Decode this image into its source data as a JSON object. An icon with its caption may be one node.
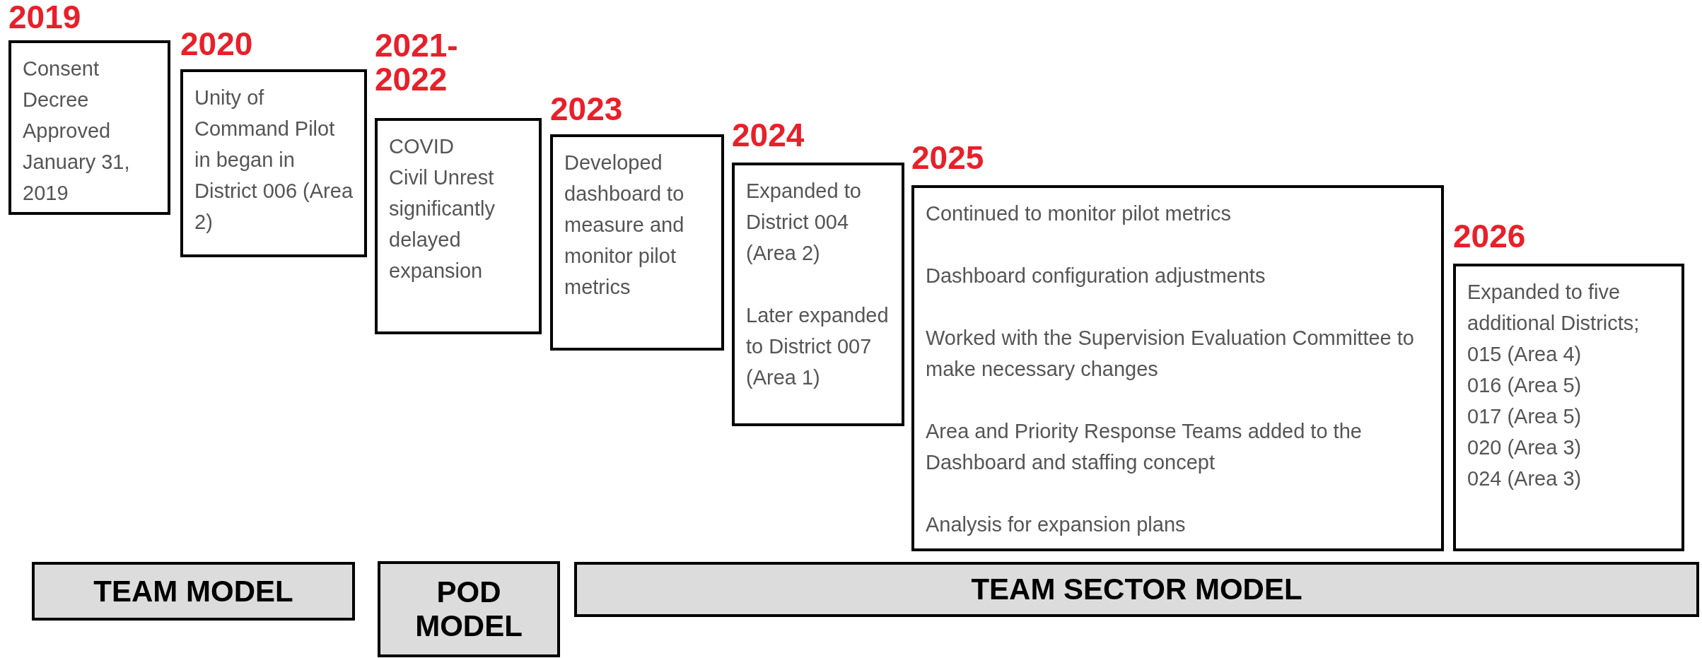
{
  "diagram": {
    "nodes": [
      {
        "text": [
          "2019",
          "Consent Decree Approved January 31, 2019"
        ]
      },
      {
        "text": [
          "2020",
          "Unity of Command Pilot in began in District 006 (Area 2)"
        ]
      },
      {
        "text": [
          "2021-2022",
          "COVID",
          "Civil Unrest significantly delayed expansion"
        ]
      },
      {
        "text": [
          "2023",
          "Developed dashboard to measure and monitor pilot metrics"
        ]
      },
      {
        "text": [
          "2024",
          "Expanded to District 004 (Area 2)",
          "Later expanded to District 007 (Area 1)"
        ]
      },
      {
        "text": [
          "2025",
          "Continued to monitor pilot metrics",
          "Dashboard configuration adjustments",
          "Worked with the Supervision Evaluation Committee to make necessary changes",
          "Area and Priority Response Teams added to the Dashboard and staffing concept",
          "Analysis for expansion plans"
        ]
      },
      {
        "text": [
          "2026",
          "Expanded to five additional Districts;",
          "015 (Area 4)",
          "016 (Area 5)",
          "017 (Area 5)",
          "020 (Area 3)",
          "024 (Area 3)"
        ]
      },
      {
        "text": [
          "TEAM MODEL"
        ]
      },
      {
        "text": [
          "POD MODEL"
        ]
      },
      {
        "text": [
          "TEAM SECTOR MODEL"
        ]
      }
    ],
    "edges": []
  }
}
